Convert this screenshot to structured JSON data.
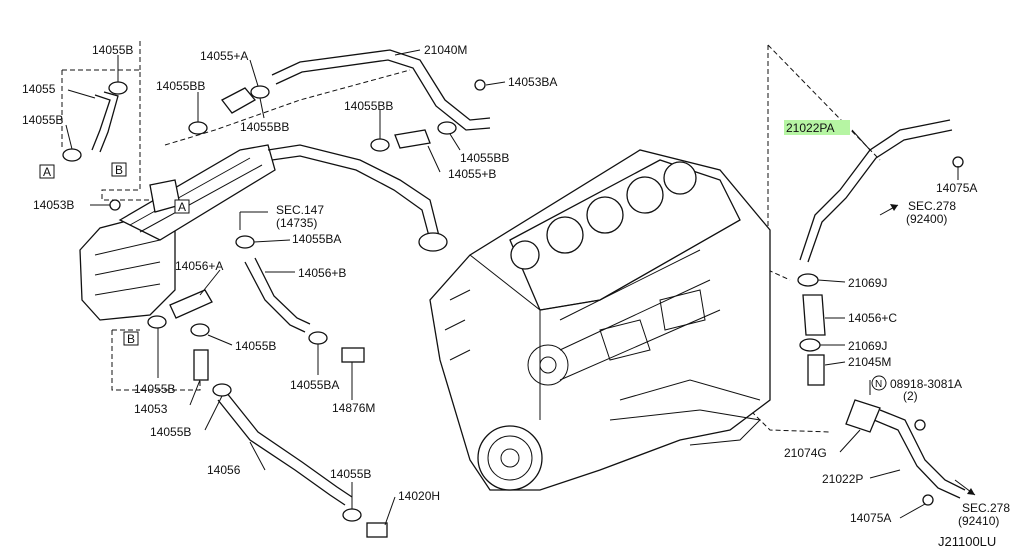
{
  "diagram": {
    "labels": {
      "l14055B_top": "14055B",
      "l14055p_a": "14055+A",
      "l21040M": "21040M",
      "l14055": "14055",
      "l14055BB_left": "14055BB",
      "l14053BA": "14053BA",
      "l14055B_left": "14055B",
      "l14055BB_mid": "14055BB",
      "l14055BB_right": "14055BB",
      "l14055BB_lower": "14055BB",
      "l14055p_b": "14055+B",
      "l14053B": "14053B",
      "lsec147": "SEC.147",
      "lsec147_sub": "(14735)",
      "l14055BA_mid": "14055BA",
      "l14056p_a": "14056+A",
      "l14056p_b": "14056+B",
      "l14055B_center": "14055B",
      "l14055B_lowleft": "14055B",
      "l14053": "14053",
      "l14055B_bottomleft": "14055B",
      "l14055BA_lower": "14055BA",
      "l14876M": "14876M",
      "l14056": "14056",
      "l14055B_bottom": "14055B",
      "l14020H": "14020H",
      "l21022PA": "21022PA",
      "l14075A_top": "14075A",
      "lsec278_top": "SEC.278",
      "lsec278_top_sub": "(92400)",
      "l21069J_top": "21069J",
      "l14056p_c": "14056+C",
      "l21069J_bottom": "21069J",
      "l21045M": "21045M",
      "l08918": "08918-3081A",
      "l08918_qty": "(2)",
      "l21074G": "21074G",
      "l21022P": "21022P",
      "lsec278_bottom": "SEC.278",
      "lsec278_bottom_sub": "(92410)",
      "l14075A_bottom": "14075A",
      "diagram_code": "J21100LU"
    },
    "refs": {
      "refA": "A",
      "refB": "B",
      "refN": "N"
    }
  }
}
